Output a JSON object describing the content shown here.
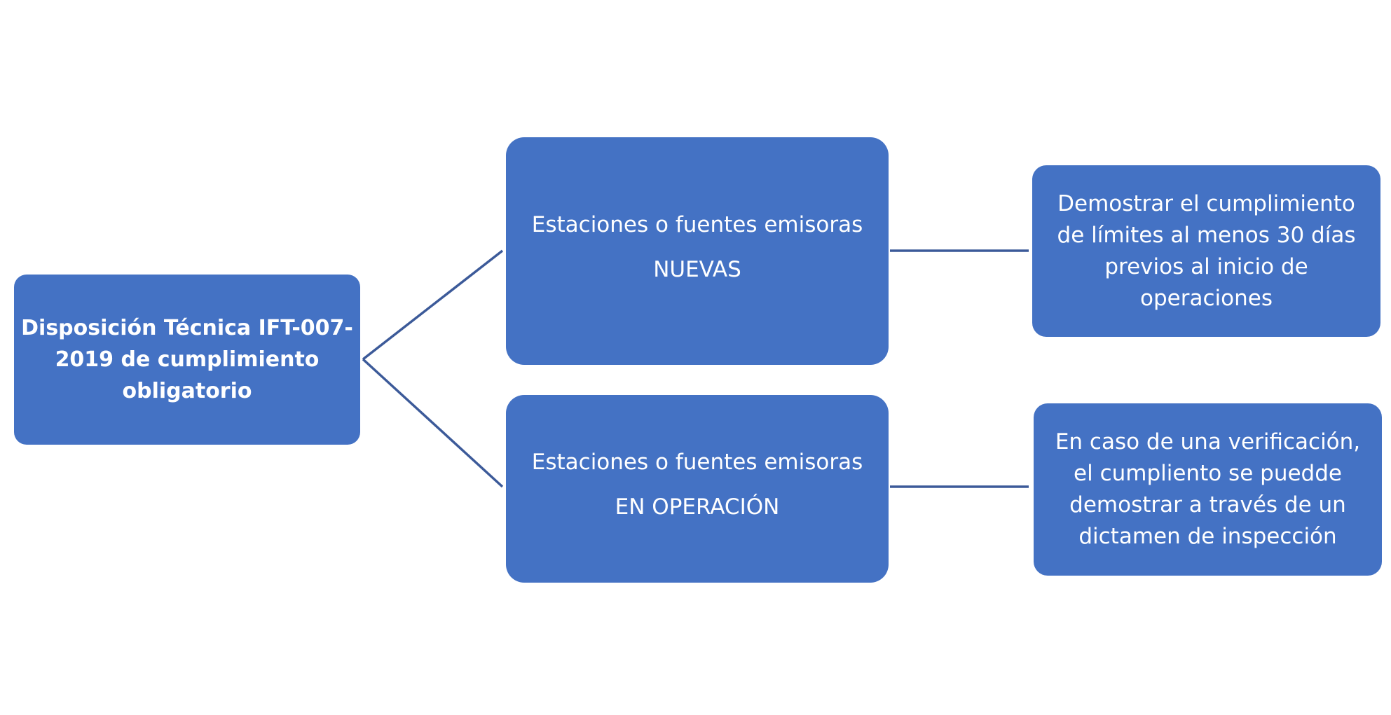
{
  "diagram": {
    "root": {
      "lines": [
        "Disposición Técnica IFT-007-",
        "2019 de cumplimiento",
        "obligatorio"
      ]
    },
    "branches": [
      {
        "label": "Estaciones o fuentes emisoras",
        "sublabel": "NUEVAS",
        "detail_lines": [
          "Demostrar el cumplimiento",
          "de límites al menos 30 días",
          "previos al inicio de",
          "operaciones"
        ]
      },
      {
        "label": "Estaciones o fuentes emisoras",
        "sublabel": "EN OPERACIÓN",
        "detail_lines": [
          "En  caso de una verificación,",
          "el cumpliento se puedde",
          "demostrar a través de un",
          "dictamen de inspección"
        ]
      }
    ],
    "colors": {
      "box_fill": "#4472c4",
      "connector": "#3c5a99",
      "text": "#ffffff"
    }
  }
}
